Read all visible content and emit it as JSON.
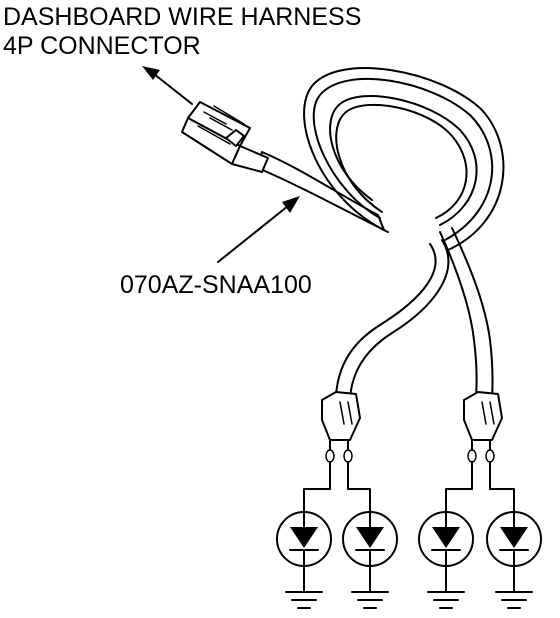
{
  "callouts": {
    "connector_line1": "DASHBOARD WIRE HARNESS",
    "connector_line2": "4P CONNECTOR",
    "part_number": "070AZ-SNAA100"
  },
  "components": {
    "lamp_count": 4,
    "ground_count": 4,
    "split_connector_count": 2
  }
}
